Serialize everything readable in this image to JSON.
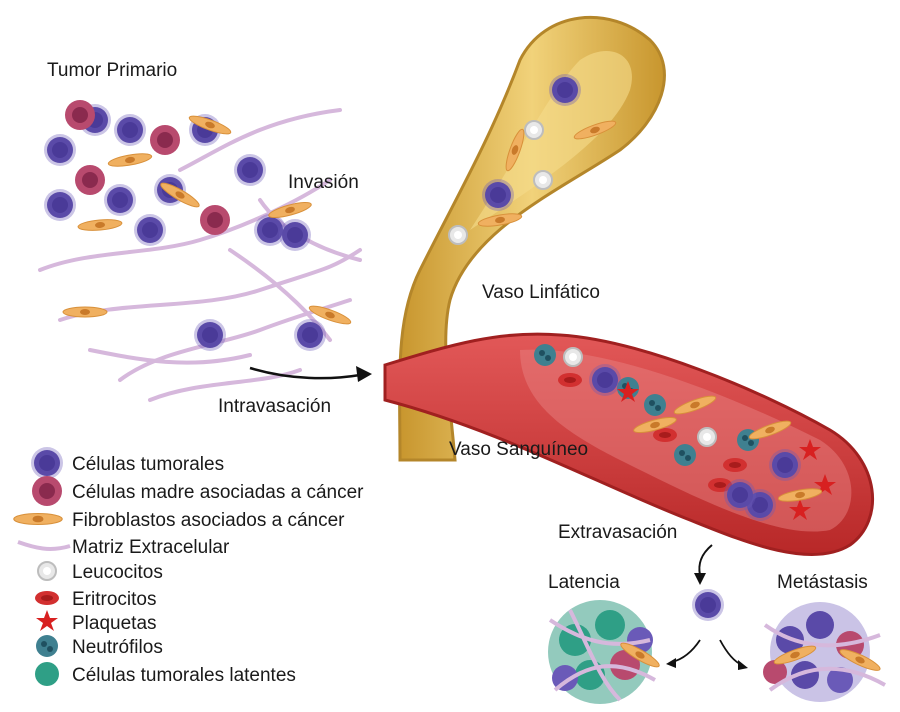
{
  "labels": {
    "tumor_primario": "Tumor Primario",
    "invasion": "Invasión",
    "intravasacion": "Intravasación",
    "vaso_linfatico": "Vaso Linfático",
    "vaso_sanguineo": "Vaso Sanguíneo",
    "extravasacion": "Extravasación",
    "latencia": "Latencia",
    "metastasis": "Metástasis"
  },
  "legend": [
    {
      "icon": "tumor-cell-icon",
      "text": "Células tumorales"
    },
    {
      "icon": "stem-cell-icon",
      "text": "Células madre asociadas a cáncer"
    },
    {
      "icon": "fibroblast-icon",
      "text": "Fibroblastos asociados a cáncer"
    },
    {
      "icon": "ecm-fiber-icon",
      "text": "Matriz Extracelular"
    },
    {
      "icon": "leukocyte-icon",
      "text": "Leucocitos"
    },
    {
      "icon": "erythrocyte-icon",
      "text": "Eritrocitos"
    },
    {
      "icon": "platelet-icon",
      "text": "Plaquetas"
    },
    {
      "icon": "neutrophil-icon",
      "text": "Neutrófilos"
    },
    {
      "icon": "dormant-cell-icon",
      "text": "Células tumorales latentes"
    }
  ],
  "colors": {
    "tumor": "#6a5ab8",
    "stem": "#b84a6e",
    "fibroblast": "#f0b060",
    "ecm": "#d6b8dc",
    "leukocyte": "#dcdcdc",
    "erythrocyte": "#d23030",
    "platelet": "#d82020",
    "neutrophil": "#3f8090",
    "dormant": "#2f9f86",
    "lymph": "#e4be58",
    "blood": "#c83838"
  }
}
